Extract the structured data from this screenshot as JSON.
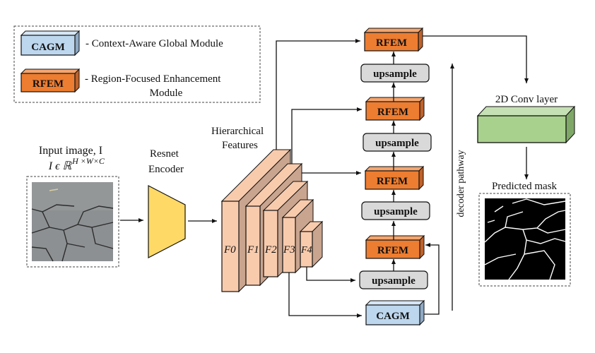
{
  "legend": {
    "cagm_label": "CAGM",
    "cagm_desc": "- Context-Aware Global Module",
    "rfem_label": "RFEM",
    "rfem_desc_line1": "- Region-Focused Enhancement",
    "rfem_desc_line2": "Module"
  },
  "input": {
    "title": "Input image, I",
    "shape": "I ϵ ℝ",
    "shape_sup": "H ×W×C"
  },
  "encoder": {
    "line1": "Resnet",
    "line2": "Encoder"
  },
  "features": {
    "line1": "Hierarchical",
    "line2": "Features",
    "labels": [
      "F0",
      "F1",
      "F2",
      "F3",
      "F4"
    ]
  },
  "decoder": {
    "rfem": "RFEM",
    "upsample": "upsample",
    "cagm": "CAGM",
    "pathway_label": "decoder pathway"
  },
  "conv": {
    "label": "2D Conv layer"
  },
  "output": {
    "label": "Predicted mask"
  },
  "colors": {
    "cagm": "#BDD7EE",
    "rfem": "#ED7D31",
    "upsample": "#D9D9D9",
    "feature": "#F8CBAD",
    "encoder": "#FFD966",
    "conv": "#A9D18E"
  }
}
